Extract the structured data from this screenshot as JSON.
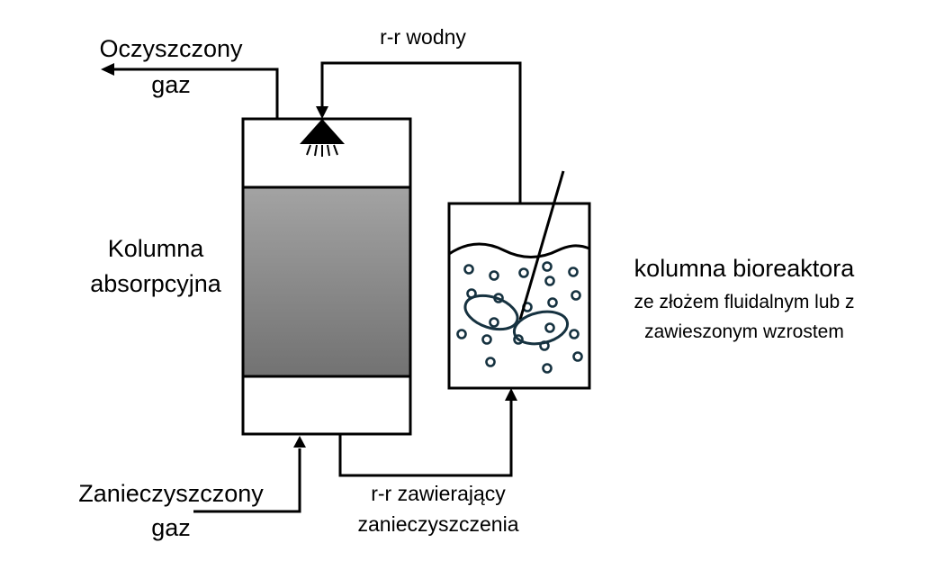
{
  "labels": {
    "clean_gas_line1": "Oczyszczony",
    "clean_gas_line2": "gaz",
    "water_solution": "r-r wodny",
    "column_line1": "Kolumna",
    "column_line2": "absorpcyjna",
    "bioreactor_title": "kolumna bioreaktora",
    "bioreactor_sub1": "ze złożem fluidalnym lub z",
    "bioreactor_sub2": "zawieszonym wzrostem",
    "polluted_gas_line1": "Zanieczyszczony",
    "polluted_gas_line2": "gaz",
    "polluted_solution_line1": "r-r zawierający",
    "polluted_solution_line2": "zanieczyszczenia"
  },
  "colors": {
    "line": "#000000",
    "packing_top": "#a3a3a3",
    "packing_bottom": "#727272",
    "particle": "#163240"
  },
  "icons": {
    "sprayer": "spray-nozzle-icon",
    "stirrer": "stirrer-icon"
  }
}
